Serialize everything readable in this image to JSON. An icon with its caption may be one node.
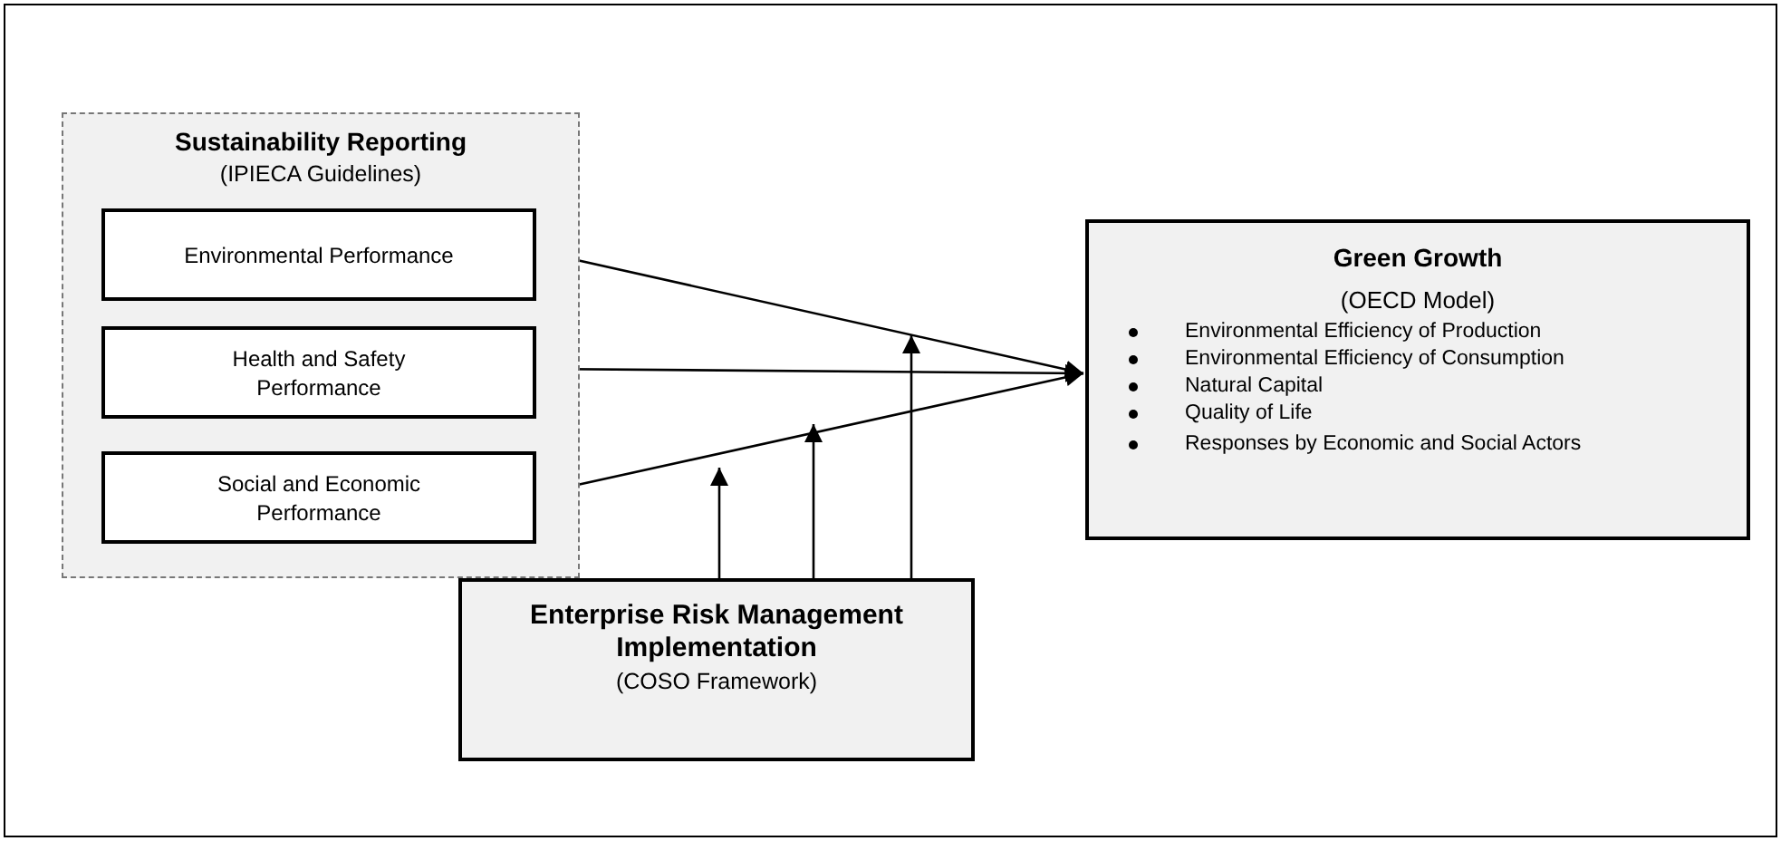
{
  "diagram": {
    "nodes": [
      {
        "text": [
          "Sustainability Reporting",
          "(IPIECA Guidelines)"
        ]
      },
      {
        "text": [
          "Environmental Performance"
        ],
        "in": 0
      },
      {
        "text": [
          "Health and Safety Performance"
        ],
        "in": 0
      },
      {
        "text": [
          "Social and Economic Performance"
        ],
        "in": 0
      },
      {
        "text": [
          "Green Growth",
          "(OECD Model)",
          "Environmental Efficiency of Production",
          "Environmental Efficiency of Consumption",
          "Natural Capital",
          "Quality of Life",
          "Responses by Economic and Social Actors"
        ]
      },
      {
        "text": [
          "Enterprise Risk Management Implementation",
          "(COSO Framework)"
        ]
      }
    ],
    "edges": [
      {
        "from": 1,
        "to": 4,
        "arrow": "to"
      },
      {
        "from": 2,
        "to": 4,
        "arrow": "to"
      },
      {
        "from": 3,
        "to": 4,
        "arrow": "to"
      },
      {
        "from": 5,
        "to": null,
        "arrow": "to"
      },
      {
        "from": 5,
        "to": null,
        "arrow": "to"
      },
      {
        "from": 5,
        "to": null,
        "arrow": "to"
      }
    ]
  }
}
